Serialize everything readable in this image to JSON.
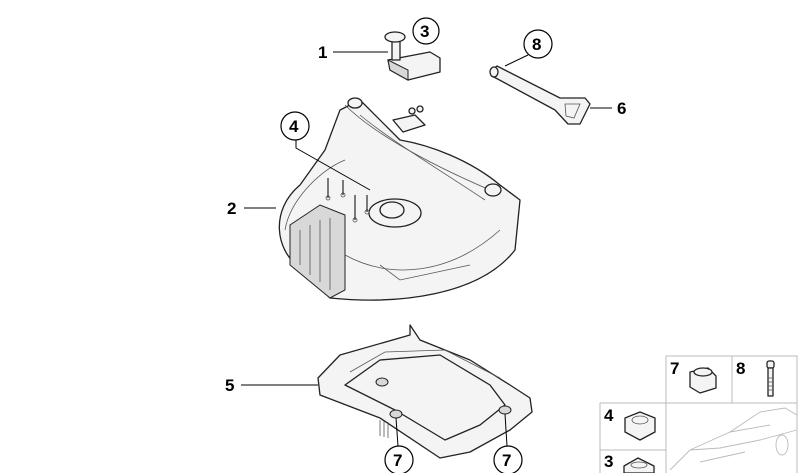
{
  "callouts": {
    "c1": "1",
    "c2": "2",
    "c3": "3",
    "c4": "4",
    "c5": "5",
    "c6": "6",
    "c8": "8",
    "c7a": "7",
    "c7b": "7"
  },
  "inset": {
    "cells": [
      {
        "label": "7",
        "icon": "lock-nut-icon"
      },
      {
        "label": "8",
        "icon": "bolt-icon"
      },
      {
        "label": "4",
        "icon": "hex-nut-icon"
      },
      {
        "label": "3",
        "icon": "nut-icon"
      }
    ],
    "vehicle_icon": "car-silhouette-icon"
  }
}
